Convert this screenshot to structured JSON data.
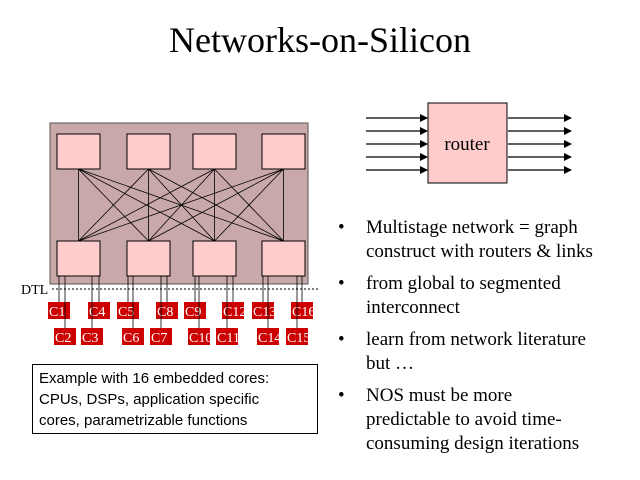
{
  "title": "Networks-on-Silicon",
  "router": {
    "label": "router"
  },
  "diagram": {
    "dtl_label": "DTL",
    "cores_top": [
      "C1",
      "C4",
      "C5",
      "C8",
      "C9",
      "C12",
      "C13",
      "C16"
    ],
    "cores_bottom": [
      "C2",
      "C3",
      "C6",
      "C7",
      "C10",
      "C11",
      "C14",
      "C15"
    ]
  },
  "caption": {
    "lines": [
      "Example with 16 embedded cores:",
      "CPUs, DSPs, application specific",
      "cores, parametrizable functions"
    ]
  },
  "bullets": [
    {
      "lines": [
        "Multistage network = graph",
        "construct with routers & links"
      ]
    },
    {
      "lines": [
        "from global to segmented",
        "interconnect"
      ]
    },
    {
      "lines": [
        "learn from network literature",
        "but …"
      ]
    },
    {
      "lines": [
        "NOS must be more",
        "predictable to avoid time-",
        "consuming design iterations"
      ]
    }
  ],
  "colors": {
    "box_fill": "#ffcccc",
    "chip_fill": "#c8a8a8",
    "core_fill": "#cc0000",
    "core_text": "#ffffff"
  }
}
